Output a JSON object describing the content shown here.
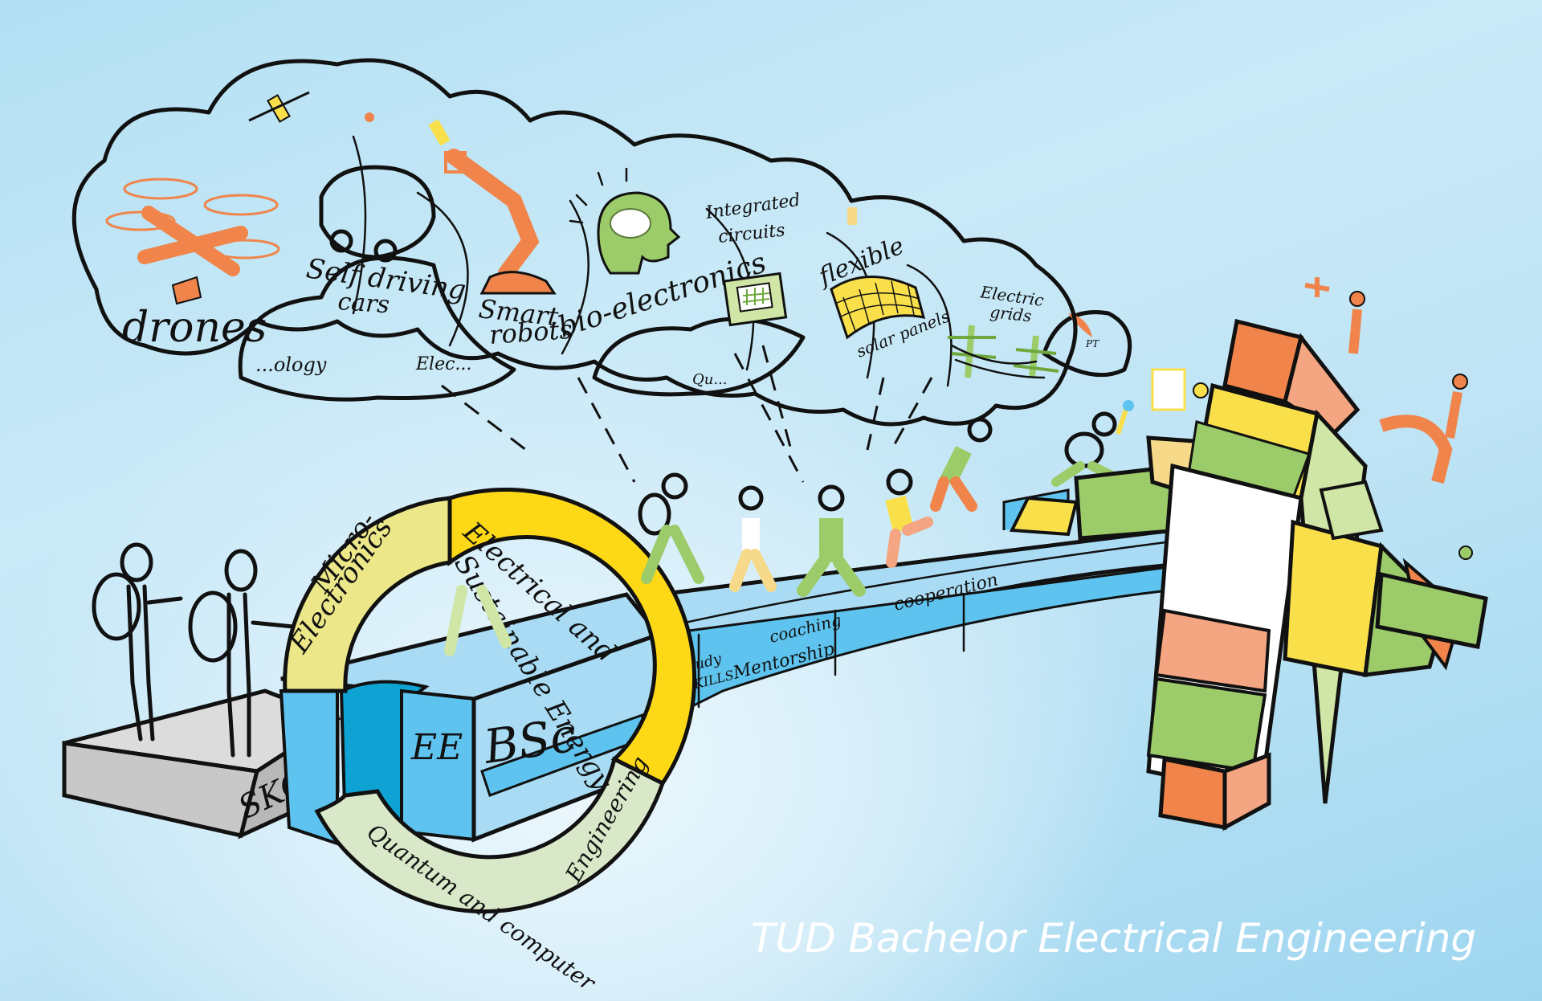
{
  "caption": "TUD Bachelor Electrical Engineering",
  "clouds": {
    "front": [
      {
        "label": "drones",
        "icon": "drone-icon"
      },
      {
        "label_line1": "Self driving",
        "label_line2": "cars",
        "icon": "car-icon"
      },
      {
        "label_line1": "Smart",
        "label_line2": "robots",
        "icon": "robot-arm-icon"
      },
      {
        "label": "bio-electronics",
        "icon": "head-brain-icon"
      },
      {
        "label_line1": "Integrated",
        "label_line2": "circuits",
        "icon": "chip-icon"
      },
      {
        "label_line1": "flexible",
        "label_line2": "solar panels",
        "icon": "solar-panel-icon"
      },
      {
        "label_line1": "Electric",
        "label_line2": "grids",
        "icon": "power-pylon-icon"
      }
    ],
    "back_partial": [
      "...ology",
      "Elec...",
      "Qu...",
      "PT"
    ]
  },
  "ring": {
    "segments": [
      {
        "label_line1": "Micro-",
        "label_line2": "Electronics",
        "color": "#ece88a"
      },
      {
        "label_line1": "Electrical and",
        "label_line2": "Sustainable Energy",
        "color": "#fdd817"
      },
      {
        "label_line1": "Quantum and computer",
        "label_line2": "Engineering",
        "color": "#d8e8c8"
      }
    ]
  },
  "blocks": {
    "start": "SKC",
    "program_a": "EE",
    "program_b": "BSc"
  },
  "bridge": {
    "pieces": [
      {
        "label_line1": "Study",
        "label_line2": "SKILLS"
      },
      {
        "label": "coaching"
      },
      {
        "label": "Mentorship"
      },
      {
        "label": "cooperation"
      }
    ]
  },
  "colors": {
    "sky_light": "#eef8fd",
    "sky": "#b3e0f4",
    "sky_dark": "#9ed6f0",
    "bridge_blue": "#5ec3ee",
    "bridge_light": "#a9dcf4",
    "orange": "#f0844a",
    "salmon": "#f4a582",
    "green": "#9ccb6a",
    "light_green": "#cfe6a6",
    "yellow": "#f9e04b",
    "tan": "#f7d98a",
    "grey_block": "#c8c8c8"
  }
}
